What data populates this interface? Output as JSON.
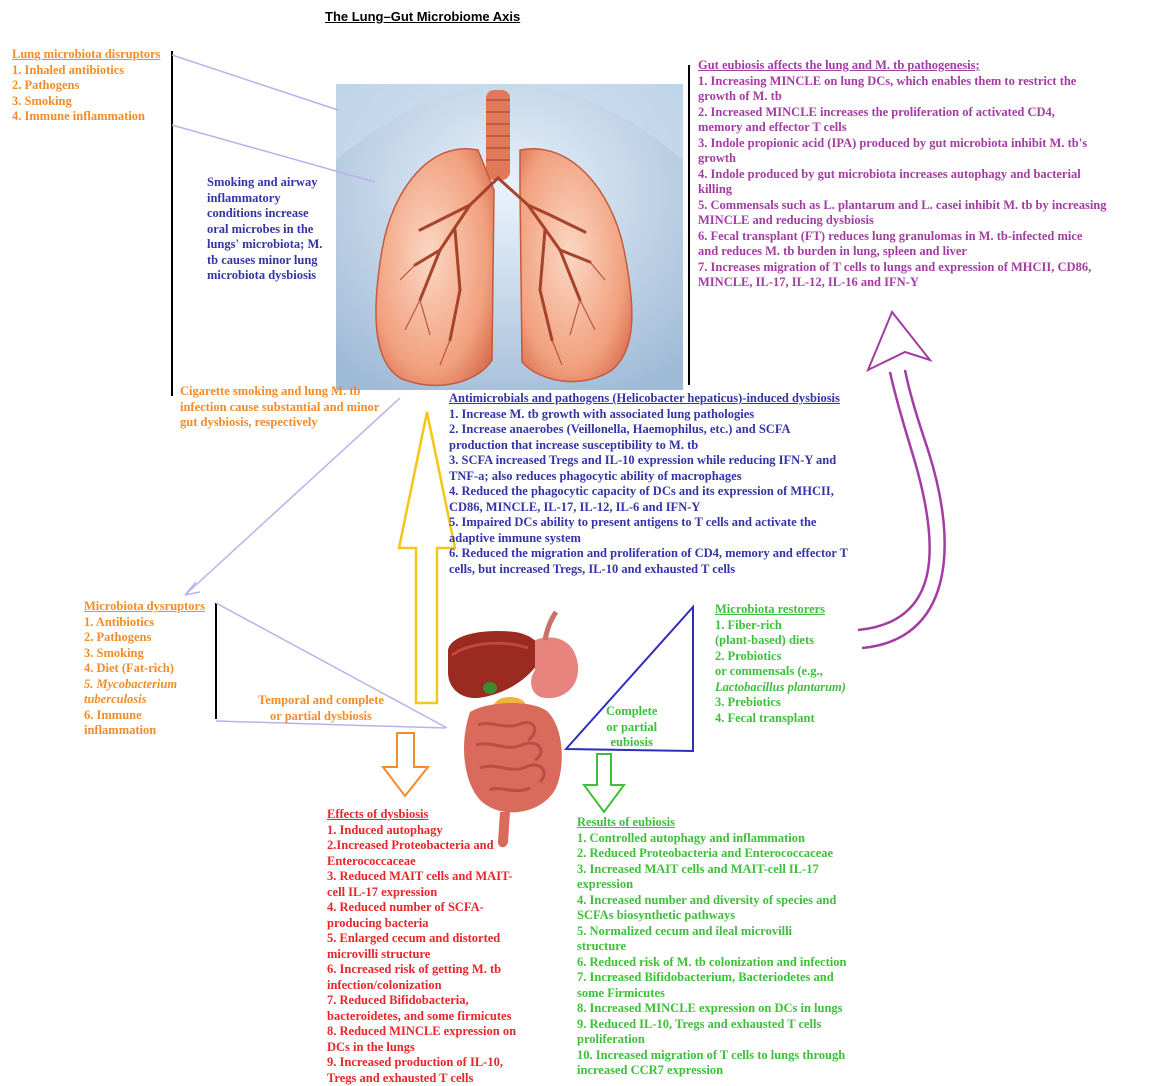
{
  "title": "The Lung–Gut Microbiome Axis",
  "lung_disruptors": {
    "heading": "Lung microbiota disruptors",
    "items": [
      "1. Inhaled antibiotics",
      "2. Pathogens",
      "3. Smoking",
      "4. Immune inflammation"
    ]
  },
  "smoking_note": [
    "Smoking and airway",
    "inflammatory",
    "conditions increase",
    "oral microbes in the",
    "lungs' microbiota; M.",
    "tb causes minor lung",
    "microbiota dysbiosis"
  ],
  "cigarette_note": [
    "Cigarette smoking and lung M. tb",
    "infection cause substantial and minor",
    "gut dysbiosis, respectively"
  ],
  "gut_eubiosis": {
    "heading": "Gut eubiosis affects the lung and M. tb pathogenesis;",
    "items": [
      "1. Increasing MINCLE on lung DCs, which enables them to restrict the",
      "growth of M. tb",
      "2. Increased MINCLE increases the proliferation of activated CD4,",
      "memory and effector T cells",
      "3. Indole propionic acid (IPA) produced by gut microbiota inhibit M. tb's",
      "growth",
      "4. Indole produced by gut microbiota increases autophagy and bacterial",
      "killing",
      "5. Commensals such as L. plantarum and L. casei inhibit M. tb by increasing",
      "MINCLE and reducing dysbiosis",
      "6. Fecal transplant (FT) reduces lung granulomas in M. tb-infected mice",
      "and reduces M. tb burden in lung, spleen and liver",
      "7. Increases migration of T cells to lungs and expression of MHCII, CD86,",
      "MINCLE, IL-17, IL-12, IL-16 and IFN-Y"
    ]
  },
  "antimicrobials": {
    "heading": "Antimicrobials and pathogens (Helicobacter hepaticus)-induced dysbiosis",
    "items": [
      "1. Increase M. tb growth with associated lung pathologies",
      "2. Increase anaerobes (Veillonella, Haemophilus, etc.) and SCFA",
      "production that increase susceptibility to M. tb",
      "3. SCFA increased Tregs and IL-10 expression while reducing IFN-Y and",
      "TNF-a; also reduces phagocytic ability of macrophages",
      "4. Reduced the phagocytic capacity of DCs and its expression of MHCII,",
      "CD86, MINCLE, IL-17, IL-12, IL-6 and IFN-Y",
      "5. Impaired DCs ability to present antigens to T cells and activate the",
      "adaptive immune system",
      "6. Reduced the migration and proliferation of CD4, memory and effector T",
      "cells, but increased Tregs, IL-10 and exhausted T cells"
    ]
  },
  "microbiota_disruptors": {
    "heading": "Microbiota dysruptors",
    "items": [
      "1. Antibiotics",
      "2. Pathogens",
      "3. Smoking",
      "4. Diet (Fat-rich)",
      "5. Mycobacterium",
      "tuberculosis",
      "6. Immune",
      "inflammation"
    ]
  },
  "temporal_note": [
    "Temporal and complete",
    "or partial dysbiosis"
  ],
  "complete_note": [
    "Complete",
    "or partial",
    "eubiosis"
  ],
  "restorers": {
    "heading": "Microbiota restorers",
    "items": [
      "1. Fiber-rich",
      "(plant-based) diets",
      "2. Probiotics",
      "or commensals (e.g.,",
      "Lactobacillus plantarum)",
      "3. Prebiotics",
      "4. Fecal transplant"
    ]
  },
  "effects_dysbiosis": {
    "heading": "Effects of dysbiosis",
    "items": [
      "1. Induced autophagy",
      "2.Increased Proteobacteria and",
      "Enterococcaceae",
      "3. Reduced MAIT cells and MAIT-",
      "cell IL-17 expression",
      "4. Reduced number of SCFA-",
      "producing bacteria",
      "5. Enlarged cecum and distorted",
      "microvilli structure",
      "6. Increased risk of getting M. tb",
      "infection/colonization",
      "7. Reduced Bifidobacteria,",
      "bacteroidetes, and some firmicutes",
      "8. Reduced MINCLE expression on",
      "DCs in the lungs",
      "9. Increased production of IL-10,",
      "Tregs and exhausted T cells"
    ]
  },
  "results_eubiosis": {
    "heading": "Results of eubiosis",
    "items": [
      "1. Controlled autophagy and inflammation",
      "2. Reduced Proteobacteria and Enterococcaceae",
      "3. Increased MAIT cells and MAIT-cell IL-17",
      "expression",
      "4. Increased number and diversity of species and",
      "SCFAs biosynthetic pathways",
      "5. Normalized cecum and ileal microvilli",
      "structure",
      "6. Reduced risk of M. tb colonization and infection",
      "7. Increased Bifidobacterium, Bacteriodetes and",
      "some Firmicutes",
      "8. Increased MINCLE expression on DCs in lungs",
      "9. Reduced IL-10, Tregs and exhausted T cells",
      "proliferation",
      "10. Increased migration of T cells to lungs through",
      "increased CCR7 expression"
    ]
  },
  "colors": {
    "orange": "#f28c28",
    "purple": "#a33ca3",
    "blue": "#3434a8",
    "red": "#e8262a",
    "green": "#3dbf3a",
    "yellow": "#f5c518"
  },
  "illustrations": [
    "lungs-illustration",
    "digestive-system-illustration"
  ]
}
